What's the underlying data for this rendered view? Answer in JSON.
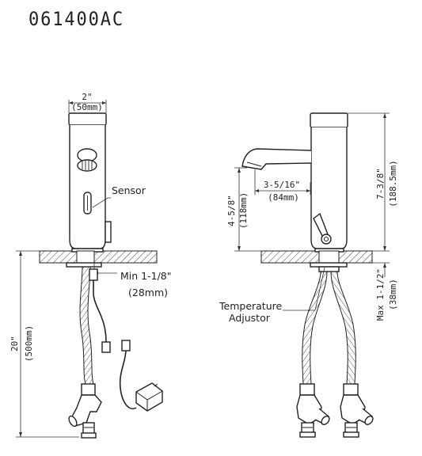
{
  "title": "061400AC",
  "labels": {
    "sensor": "Sensor",
    "temp_line1": "Temperature",
    "temp_line2": "Adjustor"
  },
  "dimensions": {
    "width_in": "2\"",
    "width_mm": "(50mm)",
    "min_in": "Min 1-1/8\"",
    "min_mm": "(28mm)",
    "hose_in": "20\"",
    "hose_mm": "(500mm)",
    "reach_in": "3-5/16\"",
    "reach_mm": "(84mm)",
    "spout_in": "4-5/8\"",
    "spout_mm": "(118mm)",
    "height_in": "7-3/8\"",
    "height_mm": "(188.5mm)",
    "deck_in": "Max 1-1/2\"",
    "deck_mm": "(38mm)"
  }
}
